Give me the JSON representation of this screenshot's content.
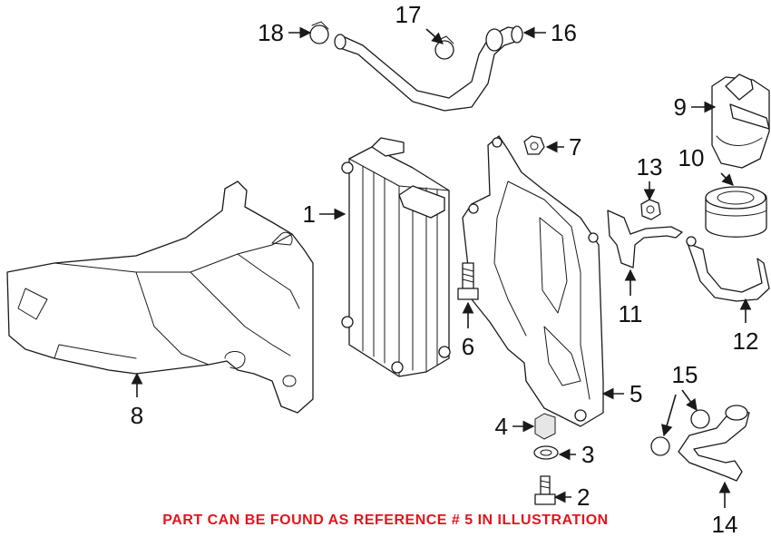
{
  "callouts": [
    {
      "id": "1",
      "text": "1"
    },
    {
      "id": "2",
      "text": "2"
    },
    {
      "id": "3",
      "text": "3"
    },
    {
      "id": "4",
      "text": "4"
    },
    {
      "id": "5",
      "text": "5"
    },
    {
      "id": "6",
      "text": "6"
    },
    {
      "id": "7",
      "text": "7"
    },
    {
      "id": "8",
      "text": "8"
    },
    {
      "id": "9",
      "text": "9"
    },
    {
      "id": "10",
      "text": "10"
    },
    {
      "id": "11",
      "text": "11"
    },
    {
      "id": "12",
      "text": "12"
    },
    {
      "id": "13",
      "text": "13"
    },
    {
      "id": "14",
      "text": "14"
    },
    {
      "id": "15",
      "text": "15"
    },
    {
      "id": "16",
      "text": "16"
    },
    {
      "id": "17",
      "text": "17"
    },
    {
      "id": "18",
      "text": "18"
    }
  ],
  "caption": {
    "text": "PART CAN BE FOUND AS REFERENCE # 5 IN ILLUSTRATION",
    "color": "#e0161c"
  },
  "colors": {
    "line": "#1a1a1a",
    "background": "#ffffff"
  }
}
